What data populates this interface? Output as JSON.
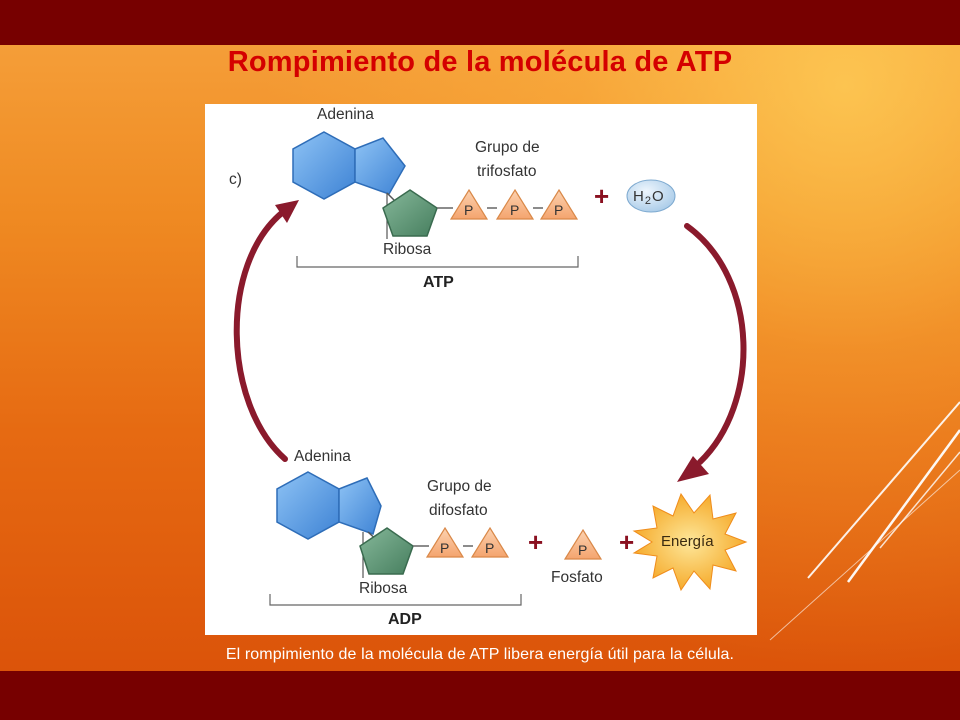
{
  "slide": {
    "title": "Rompimiento de la molécula de ATP",
    "caption": "El rompimiento de la molécula de ATP libera energía útil para la célula."
  },
  "diagram": {
    "panel_label": "c)",
    "atp": {
      "adenine": "Adenina",
      "group_line1": "Grupo de",
      "group_line2": "trifosfato",
      "ribose": "Ribosa",
      "name": "ATP",
      "phosphates": [
        "P",
        "P",
        "P"
      ]
    },
    "water": {
      "h": "H",
      "sub": "2",
      "o": "O"
    },
    "adp": {
      "adenine": "Adenina",
      "group_line1": "Grupo de",
      "group_line2": "difosfato",
      "ribose": "Ribosa",
      "name": "ADP",
      "phosphates": [
        "P",
        "P"
      ]
    },
    "phosphate": {
      "symbol": "P",
      "label": "Fosfato"
    },
    "energy": "Energía",
    "plus": "+"
  },
  "colors": {
    "band": "#770000",
    "title": "#d40000",
    "adenine": "#5b9ee6",
    "ribose": "#5f9a78",
    "phosphate": "#f7b98a",
    "arrow": "#8a1a2c",
    "energy": "#f9b233"
  }
}
